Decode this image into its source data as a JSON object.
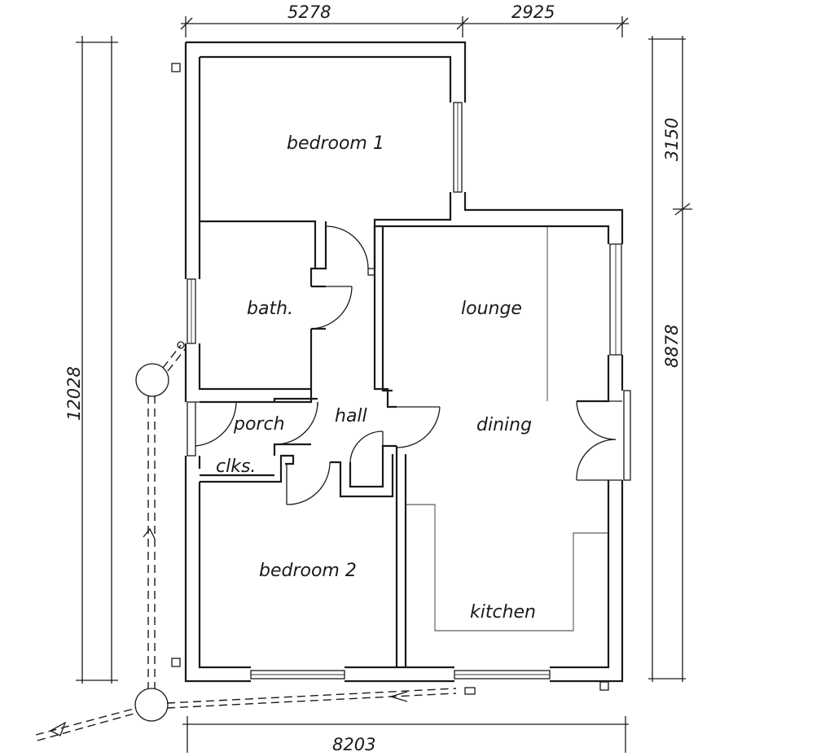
{
  "rooms": {
    "bedroom1": "bedroom 1",
    "bath": "bath.",
    "lounge": "lounge",
    "hall": "hall",
    "porch": "porch",
    "dining": "dining",
    "clks": "clks.",
    "bedroom2": "bedroom 2",
    "kitchen": "kitchen"
  },
  "dimensions": {
    "top_left": "5278",
    "top_right": "2925",
    "right_upper": "3150",
    "right_lower": "8878",
    "left_total": "12028",
    "bottom_total": "8203"
  }
}
